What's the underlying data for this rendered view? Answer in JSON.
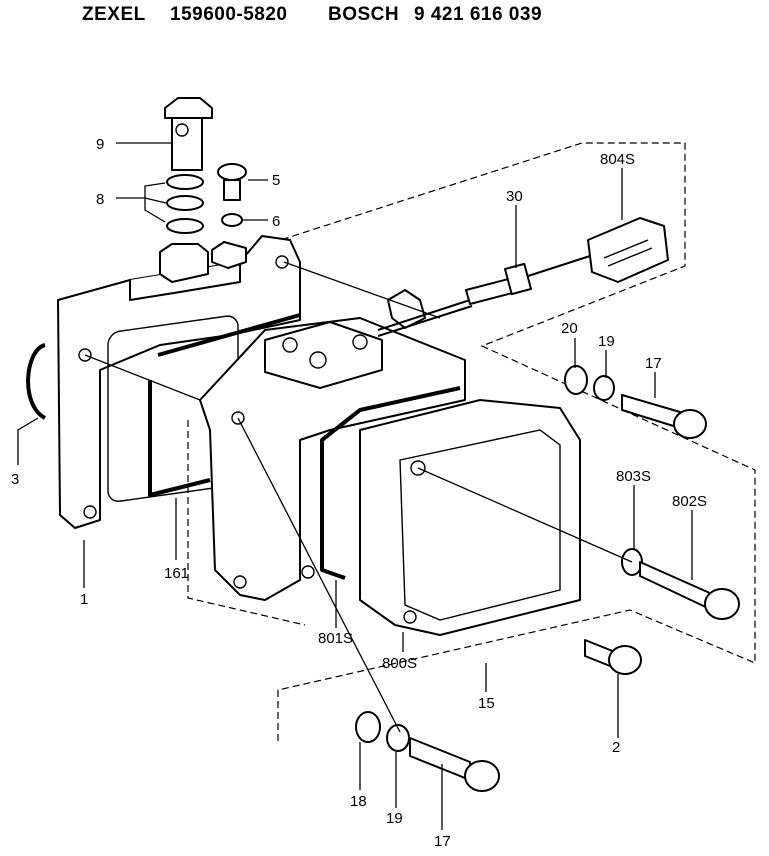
{
  "header": {
    "brand1": "ZEXEL",
    "number1": "159600-5820",
    "brand2": "BOSCH",
    "number2": "9 421 616 039"
  },
  "callouts": {
    "p9": "9",
    "p8": "8",
    "p5": "5",
    "p6": "6",
    "p3": "3",
    "p1": "1",
    "p161": "161",
    "p30": "30",
    "p804s": "804S",
    "p20": "20",
    "p19a": "19",
    "p17a": "17",
    "p803s": "803S",
    "p802s": "802S",
    "p801s": "801S",
    "p800s": "800S",
    "p15": "15",
    "p2": "2",
    "p18": "18",
    "p19b": "19",
    "p17b": "17"
  }
}
